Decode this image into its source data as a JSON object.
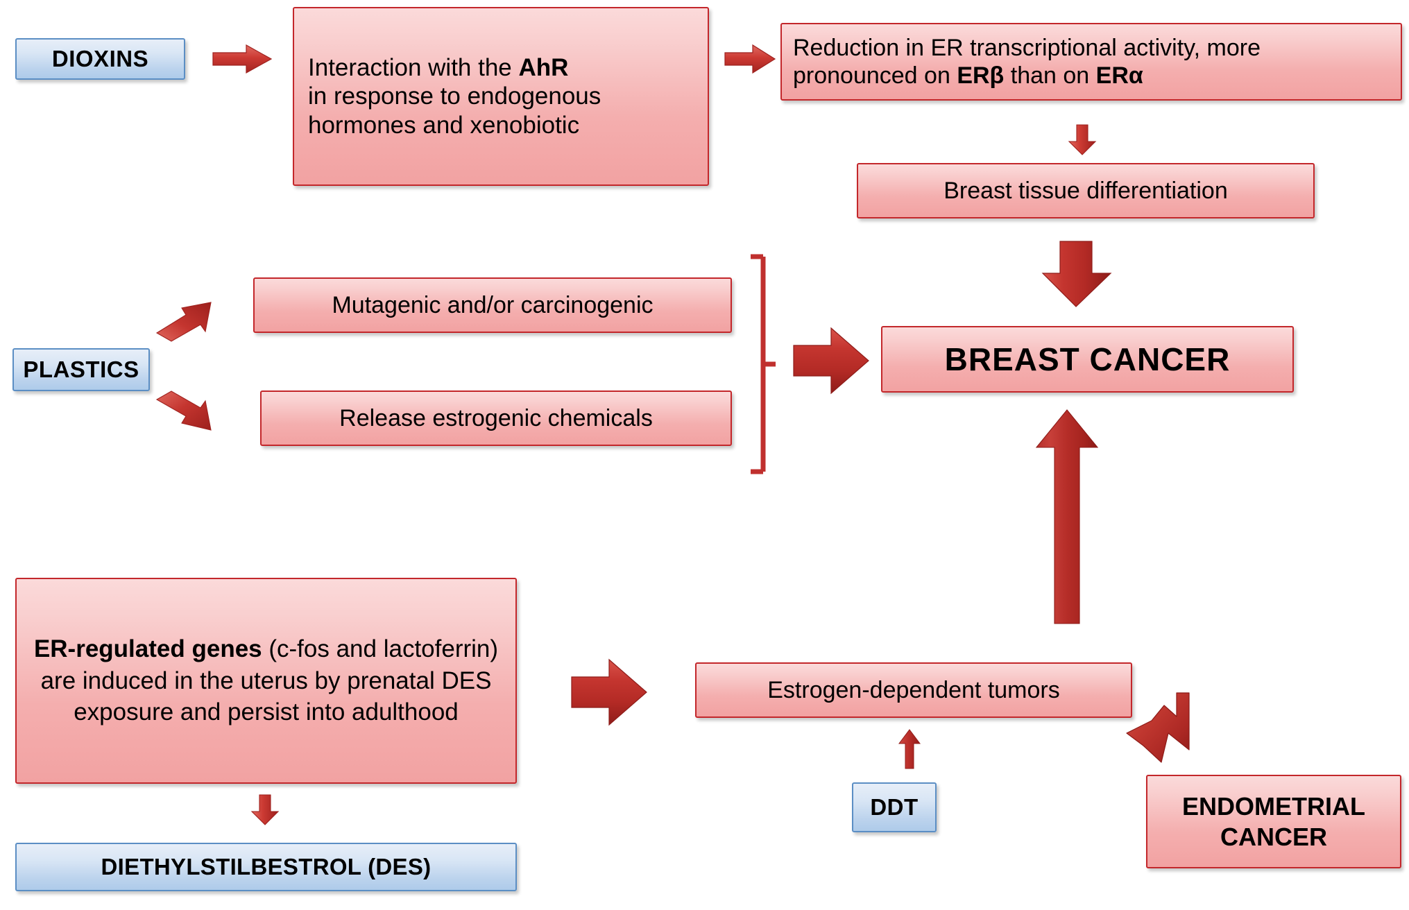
{
  "diagram": {
    "title": "Endocrine disruptors and hormone-dependent cancers pathway",
    "colors": {
      "pink_fill_top": "#fbdada",
      "pink_fill_bottom": "#f2a2a2",
      "pink_border": "#c3272b",
      "blue_fill_top": "#e7eef8",
      "blue_fill_bottom": "#aecbea",
      "blue_border": "#5b8ec4",
      "arrow_red": "#c0302e",
      "text_black": "#000000",
      "background": "#ffffff"
    }
  },
  "nodes": {
    "dioxins": "DIOXINS",
    "ahr_interaction_line1": "Interaction with the ",
    "ahr_interaction_bold": "AhR",
    "ahr_interaction_rest": "in response to endogenous hormones and xenobiotic",
    "er_reduction_pre": "Reduction in ER transcriptional activity, more pronounced on ",
    "er_reduction_b1": "ERβ",
    "er_reduction_mid": " than on ",
    "er_reduction_b2": "ERα",
    "breast_tissue_differentiation": "Breast tissue differentiation",
    "plastics": "PLASTICS",
    "mutagenic": "Mutagenic and/or carcinogenic",
    "release_estrogenic": "Release estrogenic chemicals",
    "breast_cancer": "BREAST CANCER",
    "er_genes_bold": "ER-regulated genes",
    "er_genes_rest": " (c-fos and lactoferrin) are induced in the uterus by prenatal DES exposure and persist into adulthood",
    "des": "DIETHYLSTILBESTROL (DES)",
    "estrogen_tumors": "Estrogen-dependent tumors",
    "ddt": "DDT",
    "endometrial_cancer_line1": "ENDOMETRIAL",
    "endometrial_cancer_line2": "CANCER"
  },
  "connectors": [
    {
      "name": "dioxins-to-ahr",
      "type": "arrow-right",
      "from": "dioxins",
      "to": "ahr-interaction"
    },
    {
      "name": "ahr-to-er-reduction",
      "type": "arrow-right",
      "from": "ahr-interaction",
      "to": "er-reduction"
    },
    {
      "name": "er-reduction-to-breast-tissue",
      "type": "arrow-down-small",
      "from": "er-reduction",
      "to": "breast-tissue-differentiation"
    },
    {
      "name": "breast-tissue-to-breast-cancer",
      "type": "arrow-down-thick",
      "from": "breast-tissue-differentiation",
      "to": "breast-cancer"
    },
    {
      "name": "plastics-to-mutagenic",
      "type": "arrow-diagonal-up",
      "from": "plastics",
      "to": "mutagenic"
    },
    {
      "name": "plastics-to-release",
      "type": "arrow-diagonal-down",
      "from": "plastics",
      "to": "release-estrogenic"
    },
    {
      "name": "plastics-group-bracket",
      "type": "bracket",
      "groups": [
        "mutagenic",
        "release-estrogenic"
      ]
    },
    {
      "name": "bracket-to-breast-cancer",
      "type": "arrow-right-thick",
      "from": "plastics-group-bracket",
      "to": "breast-cancer"
    },
    {
      "name": "er-genes-to-des",
      "type": "arrow-down-small",
      "from": "er-genes",
      "to": "des"
    },
    {
      "name": "er-genes-to-estrogen-tumors",
      "type": "arrow-right-thick",
      "from": "er-genes",
      "to": "estrogen-tumors"
    },
    {
      "name": "ddt-to-estrogen-tumors",
      "type": "arrow-up-tiny",
      "from": "ddt",
      "to": "estrogen-tumors"
    },
    {
      "name": "estrogen-tumors-to-breast-cancer",
      "type": "arrow-up-long",
      "from": "estrogen-tumors",
      "to": "breast-cancer"
    },
    {
      "name": "estrogen-tumors-to-endometrial-cancer",
      "type": "arrow-bent-down-right",
      "from": "estrogen-tumors",
      "to": "endometrial-cancer"
    }
  ]
}
